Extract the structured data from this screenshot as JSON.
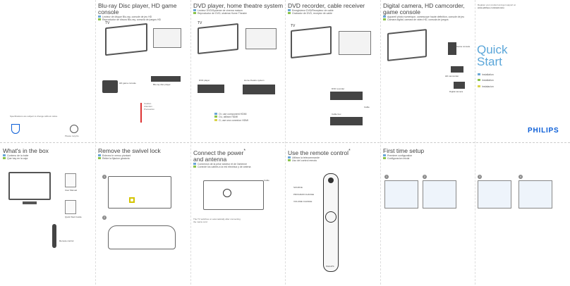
{
  "top": {
    "bluray": {
      "title": "Blu-ray Disc player, HD game console",
      "sub1": "Lecteur de disque Blu-ray, console de jeu HD",
      "sub2": "Reproductor de discos Blu-ray, consola de juegos HD",
      "tv": "TV",
      "device1": "HD game console",
      "device2": "Blu-ray disc player",
      "notice": "Caution",
      "notice_fr": "Attention",
      "notice_es": "Precaucion"
    },
    "dvd": {
      "title": "DVD player, home theatre system",
      "sub1": "Lecteur DVD/Systeme de cinema maison",
      "sub2": "Reproductor de DVD, sistema Home Theatre",
      "tv": "TV",
      "device1": "DVD player",
      "device2": "Home theatre system",
      "opt1": "Or, use component HDMI",
      "opt2": "Ou, utilisez HDMI",
      "opt3": "O, use una conexion HDMI"
    },
    "recorder": {
      "title": "DVD recorder, cable receiver",
      "sub1": "Enregistreur DVD/Recepteur de cable",
      "sub2": "Grabador de DVD, receptor de cable",
      "tv": "TV",
      "device1": "DVD recorder",
      "device2": "Cable box",
      "cable": "Cable"
    },
    "camera": {
      "title": "Digital camera, HD camcorder, game console",
      "sub1": "Appareil photo numerique, camescope haute definition, console de jeu",
      "sub2": "Camara digital, camara de video HD, consola de juegos",
      "device1": "Game console",
      "device2": "HD camcorder",
      "device3": "Digital camera"
    },
    "cover": {
      "reg": "Register your product and get support at",
      "url": "www.philips.com/welcome",
      "quick": "Quick",
      "start": "Start",
      "lang1": "Installation",
      "lang2": "Installation",
      "lang3": "Instalacion",
      "brand": "PHILIPS"
    },
    "back": {
      "spec": "Specifications are subject to change without notice.",
      "recycle": "Please recycle"
    }
  },
  "bottom": {
    "box": {
      "title": "What's in the box",
      "sub1": "Contenu de la boite",
      "sub2": "Que hay en la caja",
      "item1": "User Manual",
      "item2": "Quick Start Guide",
      "item3": "Remote control"
    },
    "swivel": {
      "title": "Remove the swivel lock",
      "sub1": "Enlevez le verrou pivotant",
      "sub2": "Retire la fijacion giratoria",
      "s1": "1",
      "s2": "2"
    },
    "power": {
      "title": "Connect the power",
      "title2": "and antenna",
      "star": "*",
      "sub1": "Connexion de la prise secteur et de l'antenne",
      "sub2": "Conecte los cables a la red electrica y de antena",
      "cable": "Cable",
      "note": "The TV switches on automatically after connecting the mains cord"
    },
    "remote": {
      "title": "Use the remote control",
      "star": "*",
      "sub1": "Utilisez la telecommande",
      "sub2": "Uso del control remoto",
      "b1": "SOURCE",
      "b2": "PROGRAM CHANGE",
      "b3": "VOLUME CHANGE",
      "brand": "PHILIPS"
    },
    "setup": {
      "title": "First time setup",
      "sub1": "Premiere configuration",
      "sub2": "Configuracion inicial",
      "n1": "1",
      "n2": "2",
      "n3": "3",
      "n4": "4"
    }
  }
}
